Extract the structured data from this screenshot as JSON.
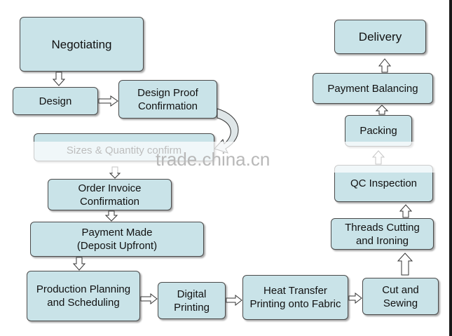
{
  "colors": {
    "box_fill": "#c9e3e8",
    "box_border": "#4a4a4a",
    "watermark": "#b8b8b8"
  },
  "nodes": {
    "negotiating": "Negotiating",
    "design": "Design",
    "design_proof": "Design Proof\nConfirmation",
    "sizes_quantity": "Sizes & Quantity confirm",
    "order_invoice": "Order Invoice\nConfirmation",
    "payment_made": "Payment Made\n(Deposit Upfront)",
    "production_planning": "Production Planning\nand Scheduling",
    "digital_printing": "Digital\nPrinting",
    "heat_transfer": "Heat Transfer\nPrinting onto Fabric",
    "cut_sewing": "Cut and\nSewing",
    "threads_cutting": "Threads Cutting\nand Ironing",
    "qc_inspection": "QC Inspection",
    "packing": "Packing",
    "payment_balancing": "Payment Balancing",
    "delivery": "Delivery"
  },
  "watermark": "trade.china.cn"
}
